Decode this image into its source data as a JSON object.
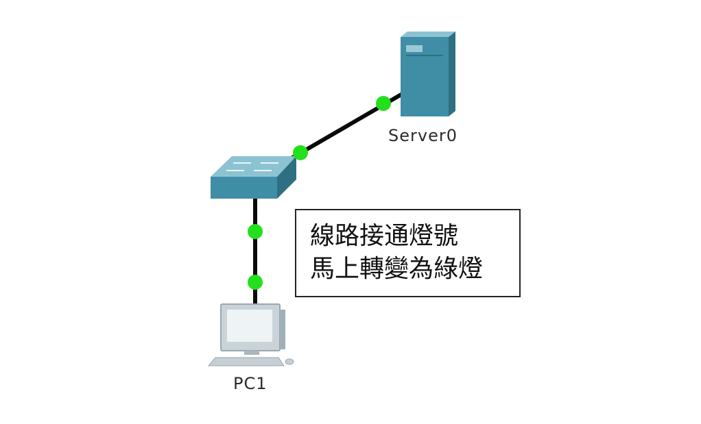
{
  "devices": {
    "server": {
      "label": "Server0",
      "icon": "server-icon"
    },
    "switch": {
      "label": "",
      "icon": "switch-icon"
    },
    "pc": {
      "label": "PC1",
      "icon": "pc-icon"
    }
  },
  "links": [
    {
      "from": "switch",
      "to": "server",
      "status": "up"
    },
    {
      "from": "switch",
      "to": "pc",
      "status": "up"
    }
  ],
  "note": {
    "lines": [
      "線路接通燈號",
      "馬上轉變為綠燈"
    ]
  },
  "colors": {
    "cable": "#0a0a0a",
    "link_light_up": "#22e01c",
    "device_main": "#3f8ea5",
    "device_dark": "#2f6f82",
    "device_light": "#8cc3d3"
  }
}
